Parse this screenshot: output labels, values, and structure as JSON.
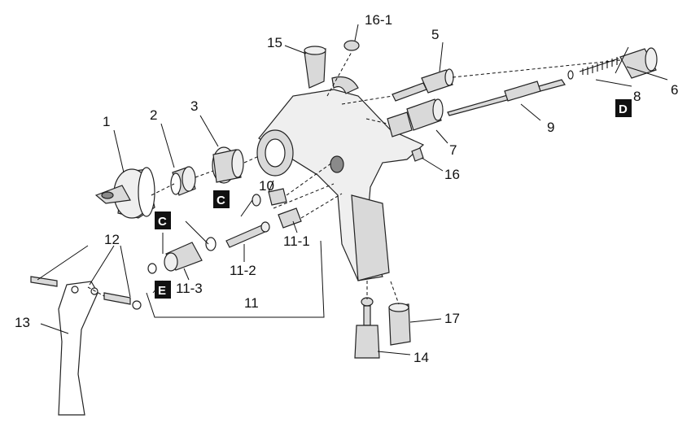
{
  "labels": {
    "p1": "1",
    "p2": "2",
    "p3": "3",
    "p5": "5",
    "p6": "6",
    "p7": "7",
    "p8": "8",
    "p9": "9",
    "p10": "10",
    "p11": "11",
    "p11_1": "11-1",
    "p11_2": "11-2",
    "p11_3": "11-3",
    "p12": "12",
    "p13": "13",
    "p14": "14",
    "p15": "15",
    "p16": "16",
    "p16_1": "16-1",
    "p17": "17"
  },
  "keys": {
    "c_upper": "C",
    "c_lower": "C",
    "d": "D",
    "e": "E"
  },
  "colors": {
    "line": "#111111",
    "key_bg": "#111111",
    "metal": "#d9d9d9"
  }
}
